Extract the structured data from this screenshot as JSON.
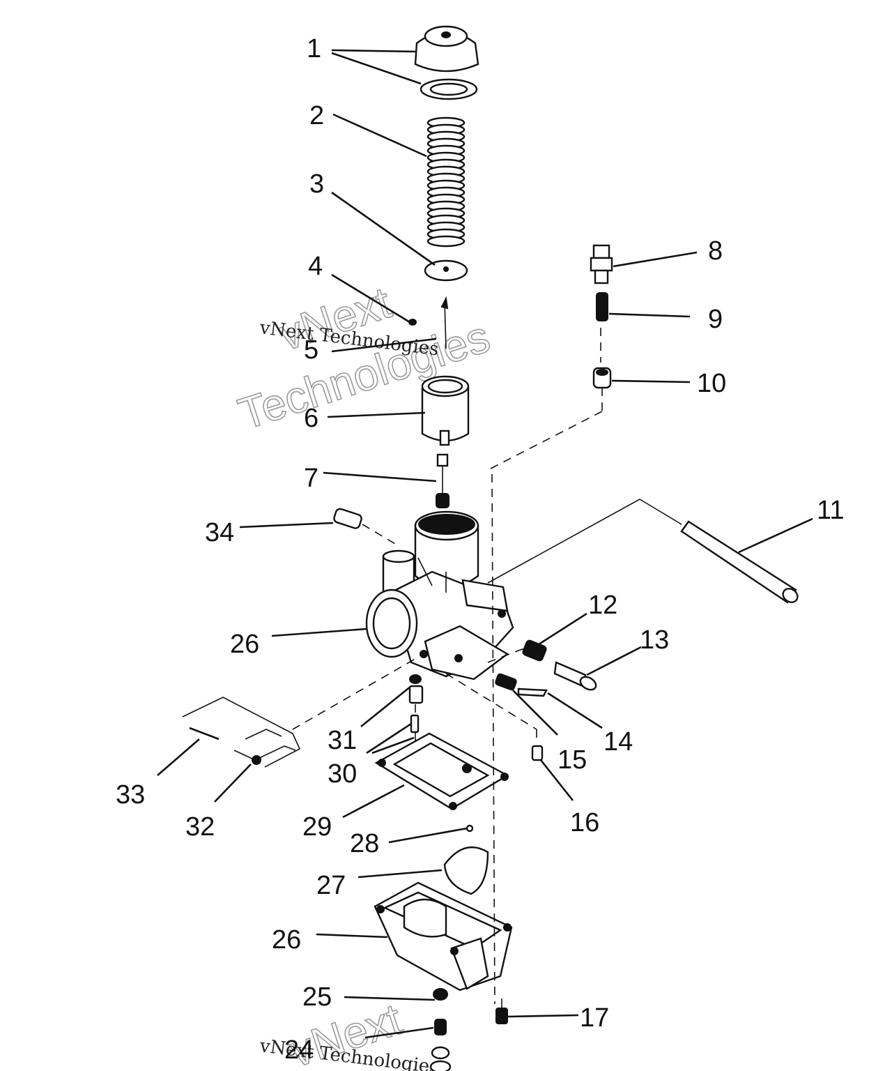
{
  "labels": {
    "l1": "1",
    "l2": "2",
    "l3": "3",
    "l4": "4",
    "l5": "5",
    "l6": "6",
    "l7": "7",
    "l8": "8",
    "l9": "9",
    "l10": "10",
    "l11": "11",
    "l12": "12",
    "l13": "13",
    "l14": "14",
    "l15": "15",
    "l16": "16",
    "l17": "17",
    "l24": "24",
    "l25": "25",
    "l26a": "26",
    "l26b": "26",
    "l27": "27",
    "l28": "28",
    "l29": "29",
    "l30": "30",
    "l31": "31",
    "l32": "32",
    "l33": "33",
    "l34": "34"
  },
  "watermark": {
    "line_small": "vNext Technologies",
    "big_top": "vNext",
    "big_bottom": "Technologies"
  }
}
